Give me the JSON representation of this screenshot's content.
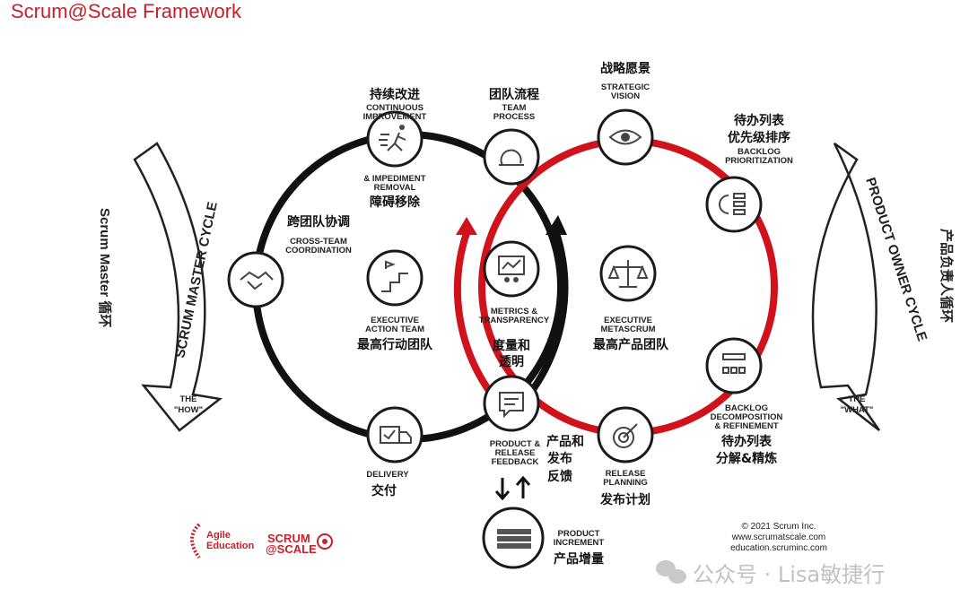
{
  "title": "Scrum@Scale Framework",
  "left_cycle": {
    "label": "SCRUM MASTER CYCLE",
    "sub1": "THE",
    "sub2": "\"HOW\"",
    "cn": "Scrum Master 循环"
  },
  "right_cycle": {
    "label": "PRODUCT OWNER CYCLE",
    "sub1": "THE",
    "sub2": "\"WHAT\"",
    "cn": "产品负责人循环"
  },
  "nodes": {
    "continuous_improvement": {
      "cn": "持续改进",
      "en1": "CONTINUOUS",
      "en2": "IMPROVEMENT",
      "en3": "& IMPEDIMENT",
      "en4": "REMOVAL",
      "cn2": "障碍移除"
    },
    "team_process": {
      "cn": "团队流程",
      "en1": "TEAM",
      "en2": "PROCESS"
    },
    "strategic_vision": {
      "cn": "战略愿景",
      "en1": "STRATEGIC",
      "en2": "VISION"
    },
    "backlog_prioritization": {
      "cn1": "待办列表",
      "cn2": "优先级排序",
      "en1": "BACKLOG",
      "en2": "PRIORITIZATION"
    },
    "cross_team": {
      "cn": "跨团队协调",
      "en1": "CROSS-TEAM",
      "en2": "COORDINATION"
    },
    "executive_action": {
      "en1": "EXECUTIVE",
      "en2": "ACTION TEAM",
      "cn": "最高行动团队"
    },
    "metrics": {
      "en1": "METRICS &",
      "en2": "TRANSPARENCY",
      "cn1": "度量和",
      "cn2": "透明"
    },
    "executive_metascrum": {
      "en1": "EXECUTIVE",
      "en2": "METASCRUM",
      "cn": "最高产品团队"
    },
    "backlog_decomposition": {
      "en1": "BACKLOG",
      "en2": "DECOMPOSITION",
      "en3": "& REFINEMENT",
      "cn1": "待办列表",
      "cn2": "分解&精炼"
    },
    "delivery": {
      "en": "DELIVERY",
      "cn": "交付"
    },
    "product_feedback": {
      "en1": "PRODUCT &",
      "en2": "RELEASE",
      "en3": "FEEDBACK",
      "cn1": "产品和",
      "cn2": "发布",
      "cn3": "反馈"
    },
    "release_planning": {
      "en1": "RELEASE",
      "en2": "PLANNING",
      "cn": "发布计划"
    },
    "product_increment": {
      "en1": "PRODUCT",
      "en2": "INCREMENT",
      "cn": "产品增量"
    }
  },
  "logos": {
    "agile1": "Agile",
    "agile2": "Education",
    "scrum1": "SCRUM",
    "scrum2": "@SCALE"
  },
  "footer": {
    "copyright": "© 2021 Scrum Inc.",
    "url1": "www.scrumatscale.com",
    "url2": "education.scruminc.com"
  },
  "watermark": "公众号 · Lisa敏捷行",
  "colors": {
    "red": "#d0121b",
    "black": "#111111"
  }
}
